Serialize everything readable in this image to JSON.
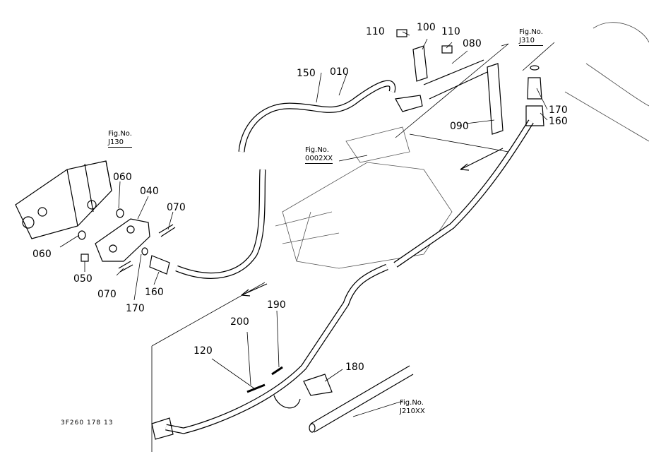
{
  "part_labels": {
    "p010": "010",
    "p040": "040",
    "p050": "050",
    "p060a": "060",
    "p060b": "060",
    "p070a": "070",
    "p070b": "070",
    "p080": "080",
    "p090": "090",
    "p100": "100",
    "p110a": "110",
    "p110b": "110",
    "p120": "120",
    "p150": "150",
    "p160a": "160",
    "p160b": "160",
    "p170a": "170",
    "p170b": "170",
    "p180": "180",
    "p190": "190",
    "p200": "200"
  },
  "figure_refs": {
    "j130": {
      "title": "Fig.No.",
      "ref": "J130"
    },
    "j310": {
      "title": "Fig.No.",
      "ref": "J310"
    },
    "f0002xx": {
      "title": "Fig.No.",
      "ref": "0002XX"
    },
    "j210xx": {
      "title": "Fig.No.",
      "ref": "J210XX"
    }
  },
  "drawing_code": "3F260 178 13"
}
